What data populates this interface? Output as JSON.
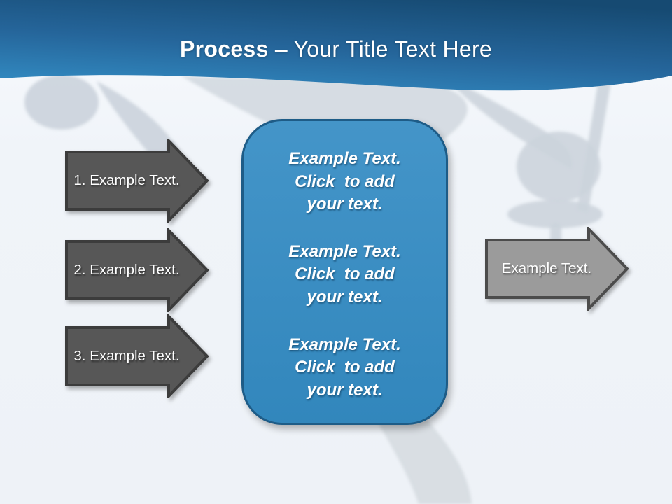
{
  "title": {
    "bold": "Process",
    "rest": " – Your Title Text Here"
  },
  "left_arrows": [
    {
      "label": "1. Example Text."
    },
    {
      "label": "2. Example Text."
    },
    {
      "label": "3. Example Text."
    }
  ],
  "center_box": {
    "paragraphs": [
      {
        "text": "Example Text.\nClick  to add\nyour text."
      },
      {
        "text": "Example Text.\nClick  to add\nyour text."
      },
      {
        "text": "Example Text.\nClick  to add\nyour text."
      }
    ]
  },
  "right_arrow": {
    "label": "Example Text."
  },
  "colors": {
    "header_top": "#164a72",
    "header_bottom": "#3187be",
    "box_fill": "#348cc4",
    "box_border": "#1e5c87",
    "left_arrow_fill": "#575757",
    "left_arrow_border": "#3c3c3c",
    "right_arrow_fill": "#9b9b9b",
    "right_arrow_border": "#4c4c4c",
    "background": "#eef2f7",
    "silhouette": "#cbd3db",
    "title_text": "#ffffff"
  }
}
